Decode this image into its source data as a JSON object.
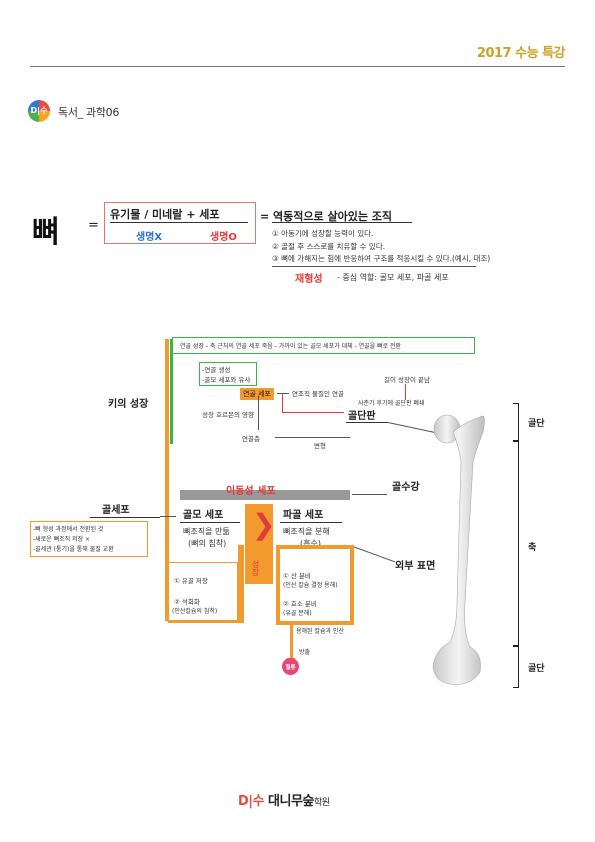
{
  "header": {
    "title": "2017 수능 특강",
    "subtitle": "독서_ 과학06",
    "logo_text": "D|수"
  },
  "definition": {
    "subject": "뼈",
    "eq": "=",
    "composition": "유기물 / 미네랄 + 세포",
    "dead": "생명X",
    "alive": "생명O",
    "result": "= 역동적으로 살아있는 조직",
    "properties": [
      "① 아동기에 성장할 능력이 있다.",
      "② 골절 후 스스로를 치유할 수 있다.",
      "③ 뼈에 가해지는 힘에 반응하여 구조를 적응시킬 수 있다.(예시, 대조)"
    ],
    "remodel_key": "재형성",
    "remodel_text": "- 중심 역할: 골모 세포, 파골 세포"
  },
  "diagram": {
    "top_note": "연골 성장 - 축 근처의 연골 세포 죽음 - 가까이 있는 골모 세포가 대체 - 연골을 뼈로 전환",
    "height_growth": "키의 성장",
    "cartilage_notes": [
      "-연골 생성",
      "-골모 세포와 유사"
    ],
    "cartilage_cell": "연골 세포",
    "connective": "연조직 물질인 연골",
    "hormone": "성장 호르몬의 영향",
    "calcified": "연골층",
    "change": "변형",
    "growth_plate": "골단판",
    "growth_end": "길이 성장이 끝남",
    "growth_end_note": "사춘기 후기에 골단판 폐쇄",
    "mobile_cell": "이동성 세포",
    "marrow": "골수강",
    "osteoblast": "골모 세포",
    "osteoblast_desc": [
      "뼈조직을 만듦",
      "(뼈의 침착)"
    ],
    "osteoclast": "파골 세포",
    "osteoclast_desc": [
      "뼈조직을 분해",
      "(흡수)"
    ],
    "growth": "성장",
    "osteocyte": "골세포",
    "osteocyte_notes": [
      "-뼈 형성 과정에서 전환된 것",
      "-새로운 뼈조직 저장 ×",
      "-골세관 (통기)을 통해 물질 교환"
    ],
    "outer_surface": "외부 표면",
    "ob_functions": [
      "① 유골 저장",
      "② 석회화",
      "(인산칼슘의 침착)"
    ],
    "oc_functions": [
      "① 산 분비",
      "(인산 칼슘 결정 용해)",
      "② 효소 분비",
      "(유골 분해)"
    ],
    "dissolved": "용해된 칼슘과 인산",
    "release": "방출",
    "blood": "혈류",
    "bone_labels": {
      "epiphysis_top": "골단",
      "shaft": "축",
      "epiphysis_bottom": "골단"
    }
  },
  "footer": {
    "academy": "대니무숲",
    "suffix": "학원",
    "mark": "D|수"
  }
}
